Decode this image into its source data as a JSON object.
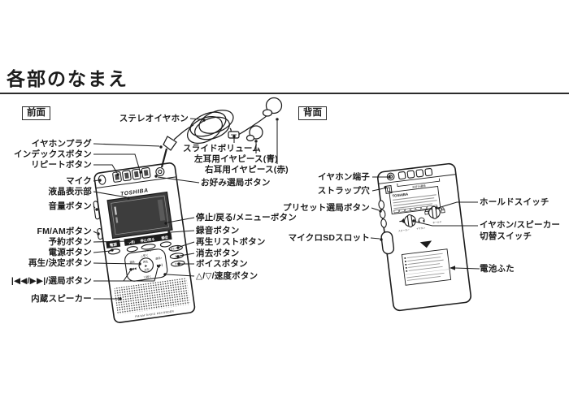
{
  "page": {
    "title": "各部のなまえ"
  },
  "colors": {
    "ink": "#1c1c1c",
    "background": "#ffffff"
  },
  "front": {
    "tag": "前面",
    "labels_left": [
      "イヤホンプラグ",
      "インデックスボタン",
      "リピートボタン",
      "マイク",
      "液晶表示部",
      "音量ボタン",
      "FM/AMボタン",
      "予約ボタン",
      "電源ボタン",
      "再生/決定ボタン",
      "|◀◀/▶▶|/選局ボタン",
      "内蔵スピーカー"
    ],
    "labels_right": [
      "ステレオイヤホン",
      "スライドボリューム",
      "左耳用イヤピース(青)",
      "右耳用イヤピース(赤)",
      "お好み選局ボタン",
      "停止/戻る/メニューボタン",
      "録音ボタン",
      "再生リストボタン",
      "消去ボタン",
      "ボイスボタン",
      "△/▽/速度ボタン"
    ],
    "device": {
      "brand": "TOSHIBA",
      "power": "電源",
      "reserve": "予約",
      "stop_back": "停止/戻る",
      "rec": "録音",
      "menu": "メニュー",
      "fast": "△早く",
      "slow": "▽遅く",
      "tune_minus": "選局-",
      "tune_plus": "選局+",
      "skip_back": "|◀◀",
      "skip_fwd": "▶▶|",
      "play": "再生",
      "play_icon": "▶",
      "enter": "決定",
      "playlist": "再生リスト",
      "erase": "消去",
      "voice": "ボイス",
      "bottom_text": "FM/AM RADIO RECORDER"
    }
  },
  "back": {
    "tag": "背面",
    "labels_left": [
      "イヤホン端子",
      "ストラップ穴",
      "プリセット選局ボタン",
      "マイクロSDスロット"
    ],
    "labels_right": [
      "ホールドスイッチ",
      "イヤホン/スピーカー",
      "切替スイッチ",
      "電池ふた"
    ],
    "device": {
      "brand": "TOSHIBA",
      "favorite": "お好み選局",
      "speaker": "スピーカー",
      "earphone": "イヤホン",
      "hold": "ホールド"
    }
  }
}
